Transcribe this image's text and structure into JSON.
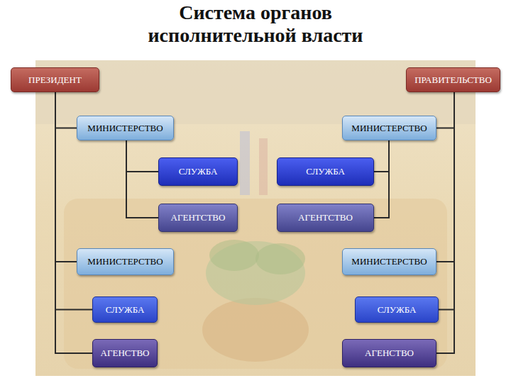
{
  "diagram": {
    "title": "Система органов исполнительной власти",
    "nodes": [
      {
        "text": [
          "ПРЕЗИДЕНТ"
        ]
      },
      {
        "text": [
          "ПРАВИТЕЛЬСТВО"
        ]
      },
      {
        "text": [
          "МИНИСТЕРСТВО"
        ]
      },
      {
        "text": [
          "МИНИСТЕРСТВО"
        ]
      },
      {
        "text": [
          "СЛУЖБА"
        ]
      },
      {
        "text": [
          "СЛУЖБА"
        ]
      },
      {
        "text": [
          "АГЕНТСТВО"
        ]
      },
      {
        "text": [
          "АГЕНТСТВО"
        ]
      },
      {
        "text": [
          "МИНИСТЕРСТВО"
        ]
      },
      {
        "text": [
          "МИНИСТЕРСТВО"
        ]
      },
      {
        "text": [
          "СЛУЖБА"
        ]
      },
      {
        "text": [
          "СЛУЖБА"
        ]
      },
      {
        "text": [
          "АГЕНСТВО"
        ]
      },
      {
        "text": [
          "АГЕНСТВО"
        ]
      }
    ],
    "edges": [
      {
        "from": 0,
        "to": 2,
        "arrow": "none"
      },
      {
        "from": 0,
        "to": 8,
        "arrow": "none"
      },
      {
        "from": 0,
        "to": 10,
        "arrow": "none"
      },
      {
        "from": 0,
        "to": 12,
        "arrow": "none"
      },
      {
        "from": 2,
        "to": 4,
        "arrow": "none"
      },
      {
        "from": 2,
        "to": 6,
        "arrow": "none"
      },
      {
        "from": 1,
        "to": 3,
        "arrow": "none"
      },
      {
        "from": 1,
        "to": 9,
        "arrow": "none"
      },
      {
        "from": 1,
        "to": 11,
        "arrow": "none"
      },
      {
        "from": 1,
        "to": 13,
        "arrow": "none"
      },
      {
        "from": 3,
        "to": 5,
        "arrow": "none"
      },
      {
        "from": 3,
        "to": 7,
        "arrow": "none"
      }
    ]
  }
}
